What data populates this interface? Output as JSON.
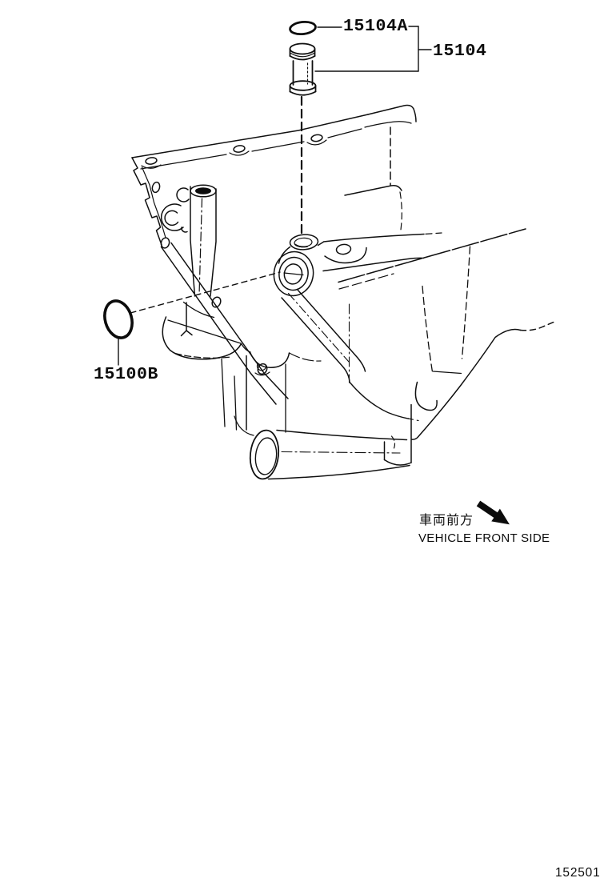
{
  "colors": {
    "background": "#ffffff",
    "ink": "#101010"
  },
  "callouts": {
    "top_oring": "15104A",
    "strainer": "15104",
    "side_oring": "15100B"
  },
  "direction_note": {
    "jp": "車両前方",
    "en": "VEHICLE FRONT SIDE"
  },
  "icons": {
    "vehicle_front_arrow": "arrow-down-right"
  },
  "figure_code": "152501"
}
